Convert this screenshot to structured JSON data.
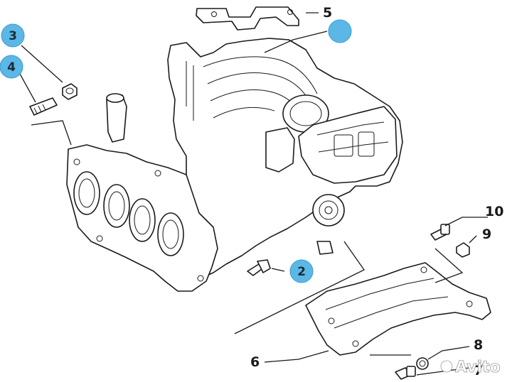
{
  "callouts": [
    {
      "id": "1",
      "label": "",
      "badge": true
    },
    {
      "id": "2",
      "label": "2",
      "badge": true
    },
    {
      "id": "3",
      "label": "3",
      "badge": true
    },
    {
      "id": "4",
      "label": "4",
      "badge": true
    },
    {
      "id": "5",
      "label": "5",
      "badge": false
    },
    {
      "id": "6",
      "label": "6",
      "badge": false
    },
    {
      "id": "7",
      "label": "7",
      "badge": false
    },
    {
      "id": "8",
      "label": "8",
      "badge": false
    },
    {
      "id": "9",
      "label": "9",
      "badge": false
    },
    {
      "id": "10",
      "label": "10",
      "badge": false
    }
  ],
  "watermark": {
    "text": "Avito"
  },
  "colors": {
    "badge": "#5bb8e6",
    "badge_stroke": "#3a9ad0",
    "line": "#1a1a1a"
  }
}
